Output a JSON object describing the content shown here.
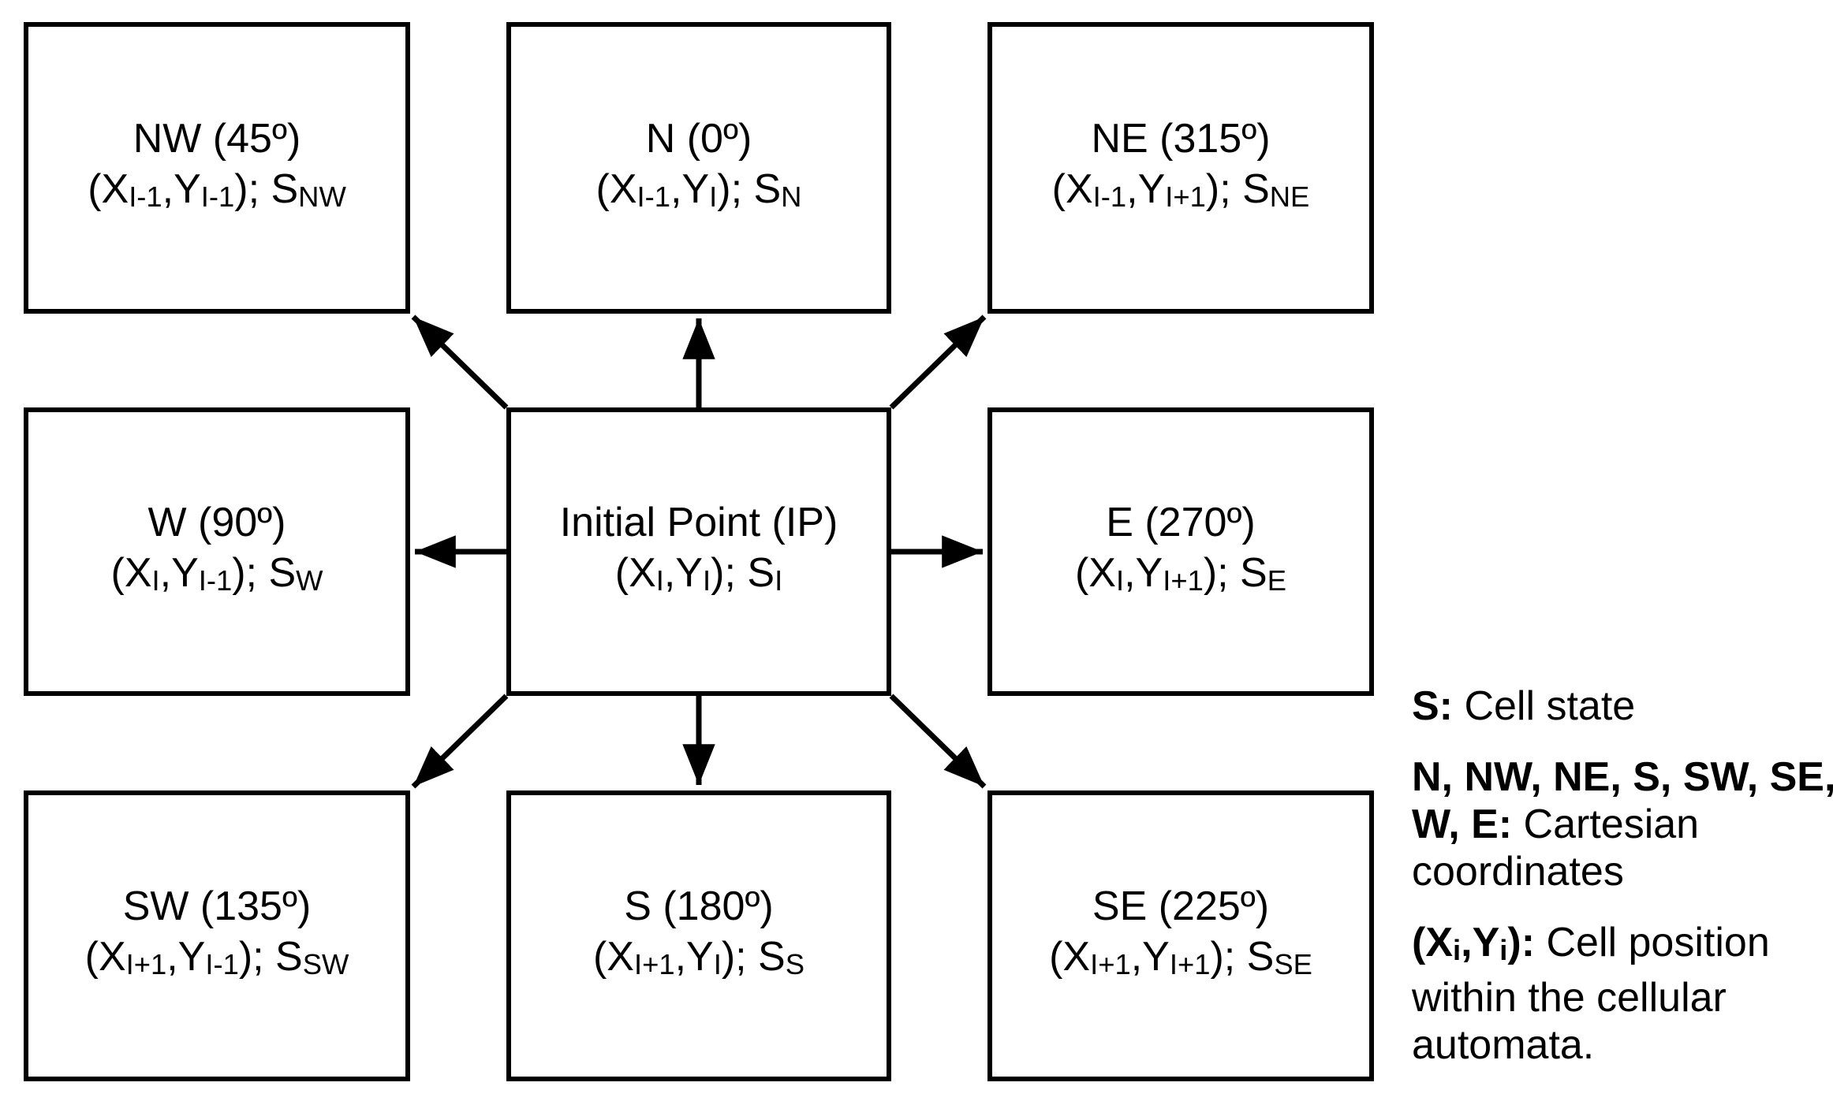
{
  "figure": {
    "type": "cellular-automata-neighborhood-diagram",
    "background_color": "#ffffff",
    "ink_color": "#000000"
  },
  "boxes": [
    {
      "key": "nw",
      "title": "NW (45º)",
      "parts": {
        "p1": "(X",
        "sub1": "I-1",
        "p2": ",Y",
        "sub2": "I-1",
        "p3": "); S",
        "sub3": "NW"
      }
    },
    {
      "key": "n",
      "title": "N (0º)",
      "parts": {
        "p1": "(X",
        "sub1": "I-1",
        "p2": ",Y",
        "sub2": "I",
        "p3": "); S",
        "sub3": "N"
      }
    },
    {
      "key": "ne",
      "title": "NE (315º)",
      "parts": {
        "p1": "(X",
        "sub1": "I-1",
        "p2": ",Y",
        "sub2": "I+1",
        "p3": "); S",
        "sub3": "NE"
      }
    },
    {
      "key": "w",
      "title": "W (90º)",
      "parts": {
        "p1": "(X",
        "sub1": "I",
        "p2": ",Y",
        "sub2": "I-1",
        "p3": "); S",
        "sub3": "W"
      }
    },
    {
      "key": "ip",
      "title": "Initial Point (IP)",
      "parts": {
        "p1": "(X",
        "sub1": "I",
        "p2": ",Y",
        "sub2": "I",
        "p3": "); S",
        "sub3": "I"
      }
    },
    {
      "key": "e",
      "title": "E (270º)",
      "parts": {
        "p1": "(X",
        "sub1": "I",
        "p2": ",Y",
        "sub2": "I+1",
        "p3": "); S",
        "sub3": "E"
      }
    },
    {
      "key": "sw",
      "title": "SW (135º)",
      "parts": {
        "p1": "(X",
        "sub1": "I+1",
        "p2": ",Y",
        "sub2": "I-1",
        "p3": "); S",
        "sub3": "SW"
      }
    },
    {
      "key": "s",
      "title": "S (180º)",
      "parts": {
        "p1": "(X",
        "sub1": "I+1",
        "p2": ",Y",
        "sub2": "I",
        "p3": "); S",
        "sub3": "S"
      }
    },
    {
      "key": "se",
      "title": "SE (225º)",
      "parts": {
        "p1": "(X",
        "sub1": "I+1",
        "p2": ",Y",
        "sub2": "I+1",
        "p3": "); S",
        "sub3": "SE"
      }
    }
  ],
  "arrows": [
    "N",
    "NE",
    "E",
    "SE",
    "S",
    "SW",
    "W",
    "NW"
  ],
  "legend": {
    "s_term": "S:",
    "s_def": " Cell state",
    "dirs_term": "N, NW, NE, S, SW, SE, W, E:",
    "dirs_def": " Cartesian coordinates",
    "pos_pre": "(X",
    "pos_sub_x": "i",
    "pos_mid": ",Y",
    "pos_sub_y": "i",
    "pos_end": "):",
    "pos_def": " Cell position within the cellular automata."
  }
}
